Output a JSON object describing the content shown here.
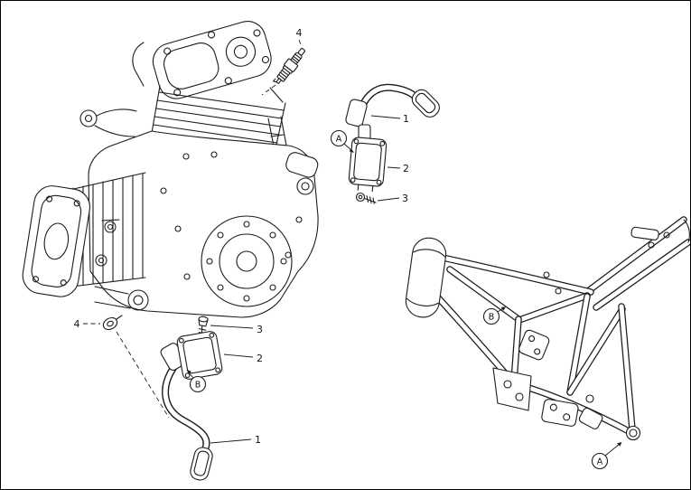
{
  "colors": {
    "line": "#1c1c1c",
    "background": "#ffffff"
  },
  "callouts": {
    "upper": {
      "spark_plug": "4",
      "cable": "1",
      "coil": "2",
      "screw": "3",
      "marker": "A"
    },
    "lower": {
      "spark_plug": "4",
      "screw": "3",
      "coil": "2",
      "marker": "B",
      "cable": "1"
    },
    "frame": {
      "marker_b": "B",
      "marker_a": "A"
    }
  }
}
